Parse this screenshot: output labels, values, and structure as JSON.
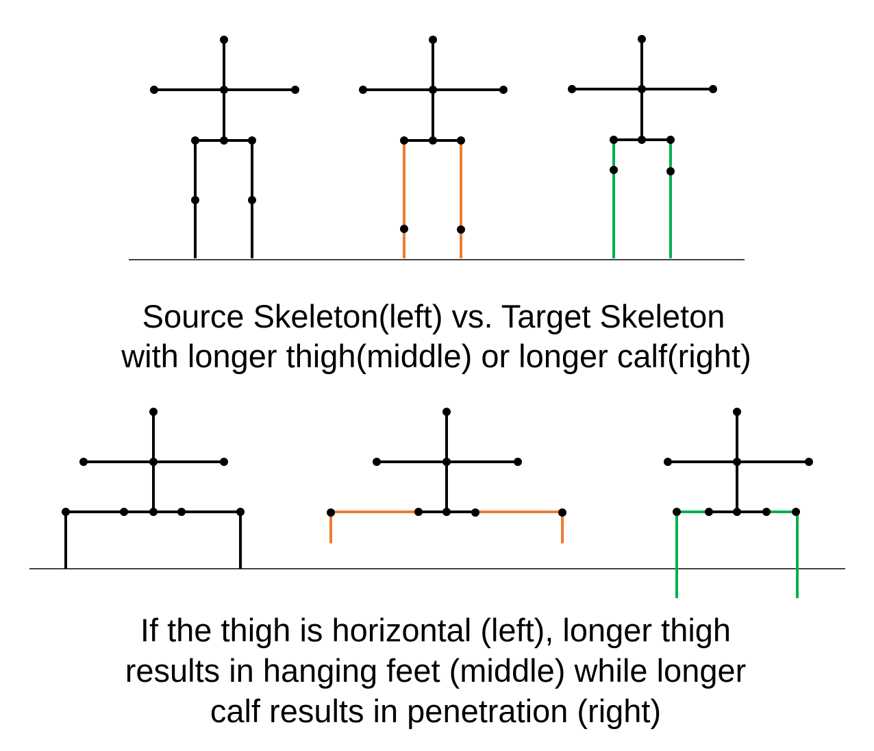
{
  "colors": {
    "orange": "#ED7D31",
    "green": "#00B050",
    "black": "#000000"
  },
  "top_caption": {
    "line1": "Source Skeleton(left) vs. Target Skeleton",
    "line2": "with longer thigh(middle) or longer calf(right)"
  },
  "bottom_caption": {
    "line1": "If the thigh is horizontal (left), longer thigh",
    "line2": "results in hanging feet (middle) while longer",
    "line3": "calf results in penetration (right)"
  }
}
